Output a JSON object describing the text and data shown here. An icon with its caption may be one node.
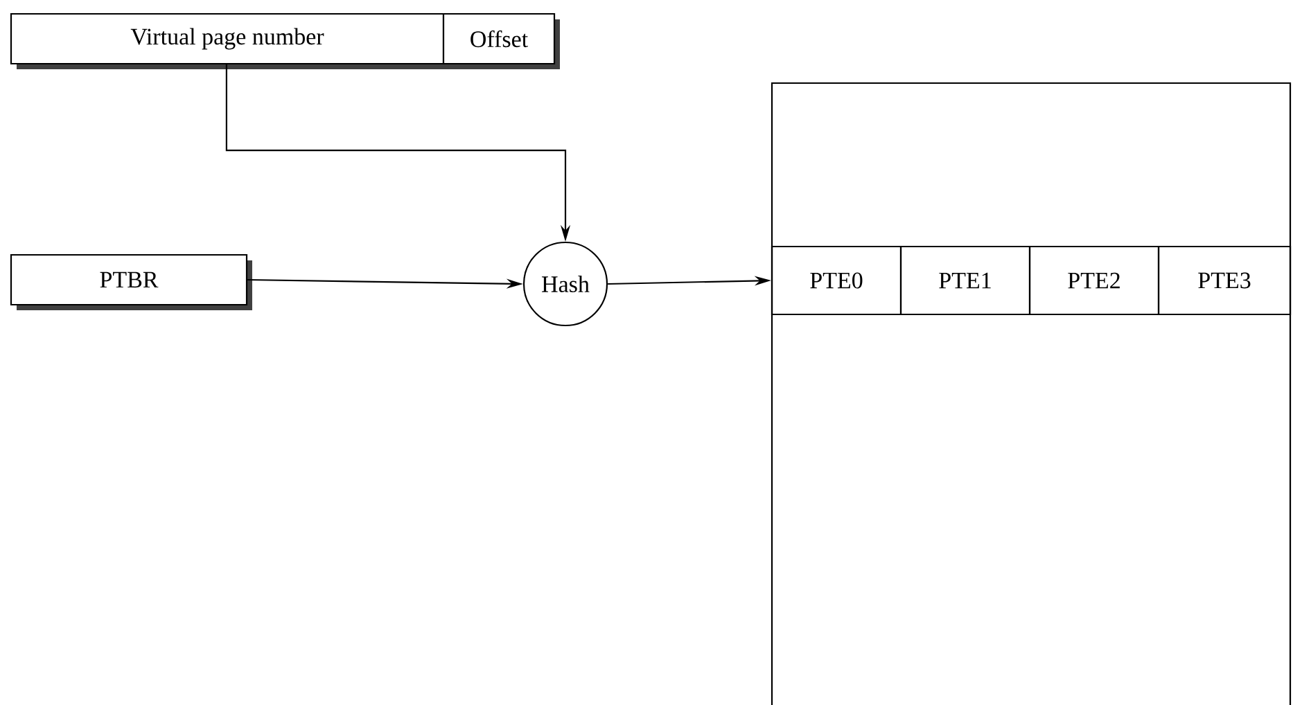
{
  "diagram": {
    "nodes": [
      {
        "text": [
          "Virtual page number"
        ]
      },
      {
        "text": [
          "Offset"
        ]
      },
      {
        "text": [
          "PTBR"
        ]
      },
      {
        "text": [
          "Hash"
        ]
      },
      {
        "text": [],
        "shape": "box"
      },
      {
        "text": [
          "PTE0"
        ],
        "in": 4
      },
      {
        "text": [
          "PTE1"
        ],
        "in": 4
      },
      {
        "text": [
          "PTE2"
        ],
        "in": 4
      },
      {
        "text": [
          "PTE3"
        ],
        "in": 4
      }
    ],
    "edges": [
      {
        "from": 0,
        "to": 3,
        "arrow": "to"
      },
      {
        "from": 2,
        "to": 3,
        "arrow": "to"
      },
      {
        "from": 3,
        "to": 5,
        "arrow": "to"
      }
    ]
  }
}
